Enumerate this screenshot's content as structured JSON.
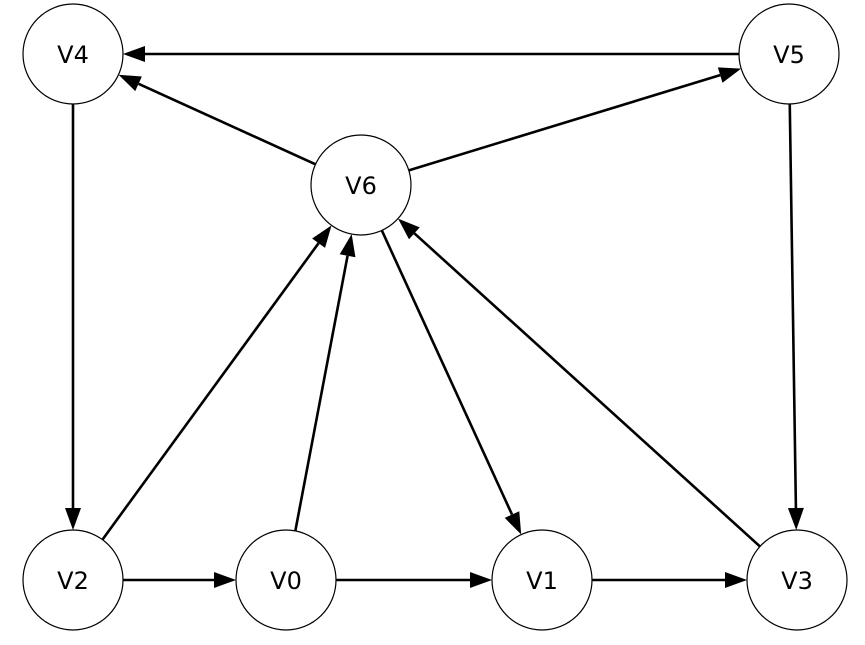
{
  "graph": {
    "directed": true,
    "nodes": [
      {
        "id": "V0",
        "label": "V0"
      },
      {
        "id": "V1",
        "label": "V1"
      },
      {
        "id": "V2",
        "label": "V2"
      },
      {
        "id": "V3",
        "label": "V3"
      },
      {
        "id": "V4",
        "label": "V4"
      },
      {
        "id": "V5",
        "label": "V5"
      },
      {
        "id": "V6",
        "label": "V6"
      }
    ],
    "edges": [
      {
        "from": "V5",
        "to": "V4"
      },
      {
        "from": "V6",
        "to": "V4"
      },
      {
        "from": "V6",
        "to": "V5"
      },
      {
        "from": "V4",
        "to": "V2"
      },
      {
        "from": "V5",
        "to": "V3"
      },
      {
        "from": "V2",
        "to": "V6"
      },
      {
        "from": "V0",
        "to": "V6"
      },
      {
        "from": "V6",
        "to": "V1"
      },
      {
        "from": "V3",
        "to": "V6"
      },
      {
        "from": "V2",
        "to": "V0"
      },
      {
        "from": "V0",
        "to": "V1"
      },
      {
        "from": "V1",
        "to": "V3"
      }
    ]
  }
}
